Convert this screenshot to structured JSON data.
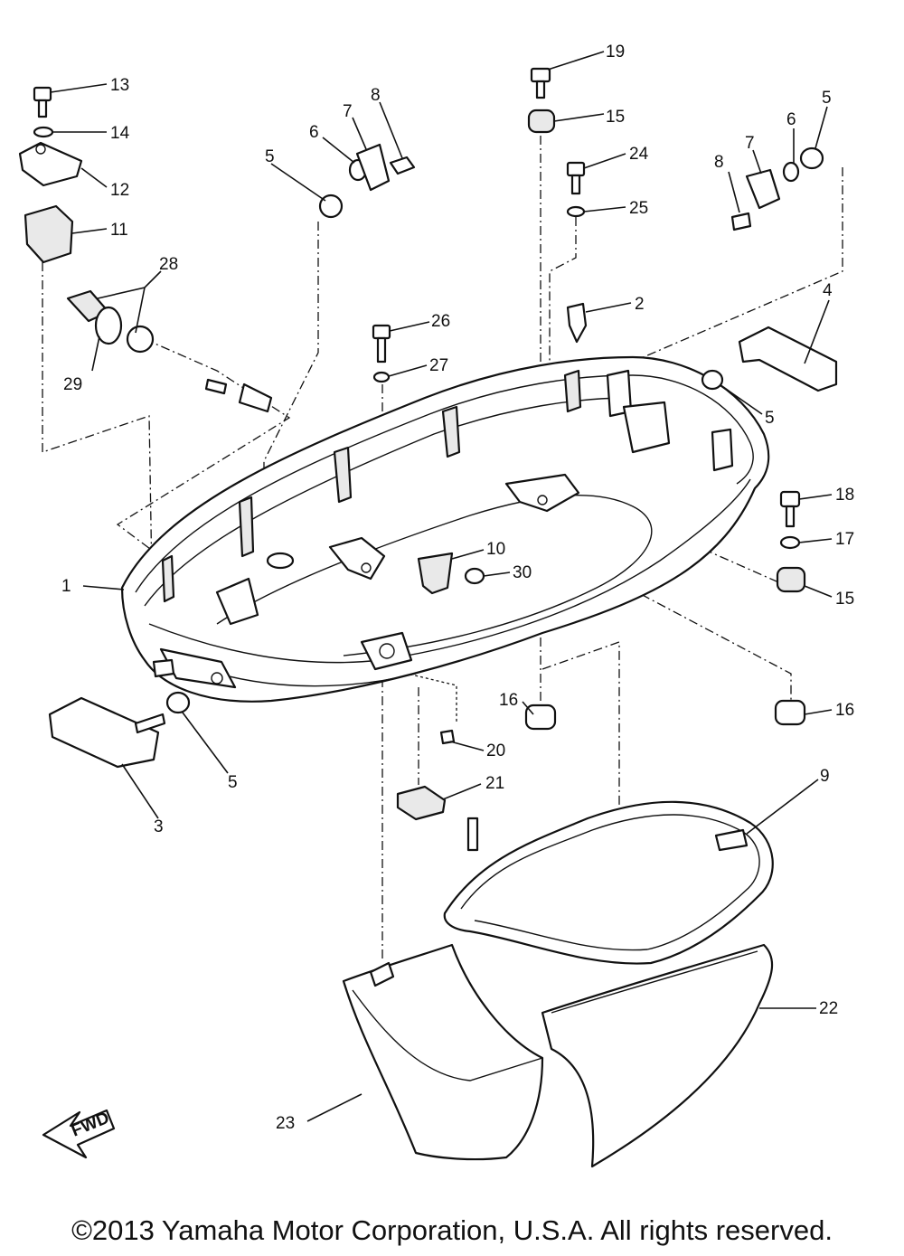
{
  "diagram": {
    "callouts": [
      {
        "id": "c13",
        "text": "13"
      },
      {
        "id": "c14",
        "text": "14"
      },
      {
        "id": "c12",
        "text": "12"
      },
      {
        "id": "c11",
        "text": "11"
      },
      {
        "id": "c28",
        "text": "28"
      },
      {
        "id": "c29",
        "text": "29"
      },
      {
        "id": "c5a",
        "text": "5"
      },
      {
        "id": "c6a",
        "text": "6"
      },
      {
        "id": "c7a",
        "text": "7"
      },
      {
        "id": "c8a",
        "text": "8"
      },
      {
        "id": "c19",
        "text": "19"
      },
      {
        "id": "c15a",
        "text": "15"
      },
      {
        "id": "c24",
        "text": "24"
      },
      {
        "id": "c25",
        "text": "25"
      },
      {
        "id": "c8b",
        "text": "8"
      },
      {
        "id": "c7b",
        "text": "7"
      },
      {
        "id": "c6b",
        "text": "6"
      },
      {
        "id": "c5b",
        "text": "5"
      },
      {
        "id": "c2",
        "text": "2"
      },
      {
        "id": "c4",
        "text": "4"
      },
      {
        "id": "c26",
        "text": "26"
      },
      {
        "id": "c27",
        "text": "27"
      },
      {
        "id": "c5c",
        "text": "5"
      },
      {
        "id": "c18",
        "text": "18"
      },
      {
        "id": "c17",
        "text": "17"
      },
      {
        "id": "c15b",
        "text": "15"
      },
      {
        "id": "c1",
        "text": "1"
      },
      {
        "id": "c10",
        "text": "10"
      },
      {
        "id": "c30",
        "text": "30"
      },
      {
        "id": "c16a",
        "text": "16"
      },
      {
        "id": "c16b",
        "text": "16"
      },
      {
        "id": "c5d",
        "text": "5"
      },
      {
        "id": "c3",
        "text": "3"
      },
      {
        "id": "c20",
        "text": "20"
      },
      {
        "id": "c21",
        "text": "21"
      },
      {
        "id": "c9",
        "text": "9"
      },
      {
        "id": "c22",
        "text": "22"
      },
      {
        "id": "c23",
        "text": "23"
      }
    ],
    "fwd_label": "FWD"
  },
  "footer": {
    "copyright": "©2013 Yamaha Motor Corporation, U.S.A. All rights reserved."
  }
}
